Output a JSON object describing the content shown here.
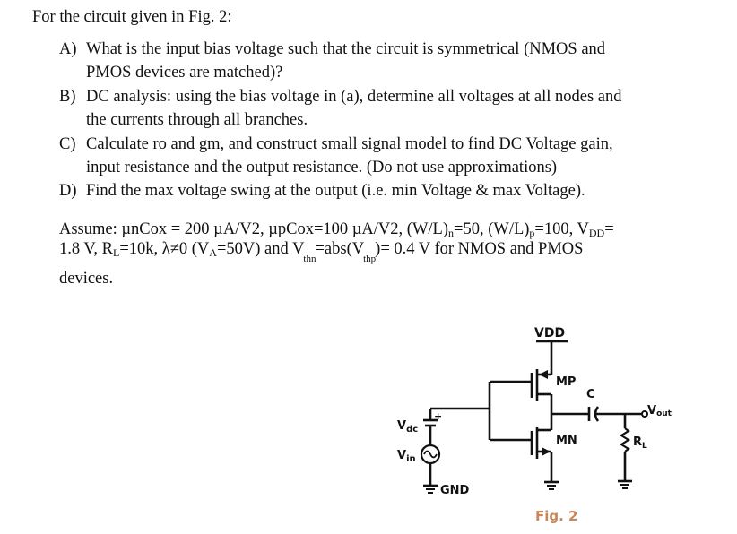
{
  "intro": "For the circuit given in Fig. 2:",
  "questions": [
    {
      "label": "A)",
      "lines": [
        "What is the input bias voltage such that the circuit is symmetrical (NMOS and",
        "PMOS devices are matched)?"
      ]
    },
    {
      "label": "B)",
      "lines": [
        "DC analysis: using the bias voltage in (a), determine all voltages at all nodes and",
        "the currents through all branches."
      ]
    },
    {
      "label": "C)",
      "lines": [
        "Calculate ro and gm, and construct small signal model to find DC Voltage gain,",
        "input resistance and the output resistance. (Do not use approximations)"
      ]
    },
    {
      "label": "D)",
      "lines": [
        "Find the max voltage swing at the output (i.e. min Voltage & max Voltage)."
      ]
    }
  ],
  "assume": {
    "line1_a": "Assume: µnCox = 200 µA/V2, µpCox=100 µA/V2, (W/L)",
    "n_sub": "n",
    "line1_b": "=50, (W/L)",
    "p_sub": "p",
    "line1_c": "=100, V",
    "dd_sub": "DD",
    "line1_d": "=",
    "line2_a": "1.8 V, R",
    "l_sub": "L",
    "line2_b": "=10k, λ≠0 (V",
    "a_sub": "A",
    "line2_c": "=50V) and V",
    "thn_sub": "thn",
    "line2_d": "=abs(V",
    "thp_sub": "thp",
    "line2_e": ")= 0.4 V for NMOS and PMOS",
    "line3": "devices."
  },
  "circuit": {
    "vdd_label": "VDD",
    "mp_label": "MP",
    "mn_label": "MN",
    "cap_label": "C",
    "vout_label": "V",
    "vout_sub": "out",
    "rl_label": "R",
    "rl_sub": "L",
    "vdc_label": "V",
    "vdc_sub": "dc",
    "vin_label": "V",
    "vin_sub": "in",
    "gnd_label": "GND",
    "plus_sign": "+",
    "fig_caption": "Fig. 2",
    "caption_color": "#c8875a"
  }
}
